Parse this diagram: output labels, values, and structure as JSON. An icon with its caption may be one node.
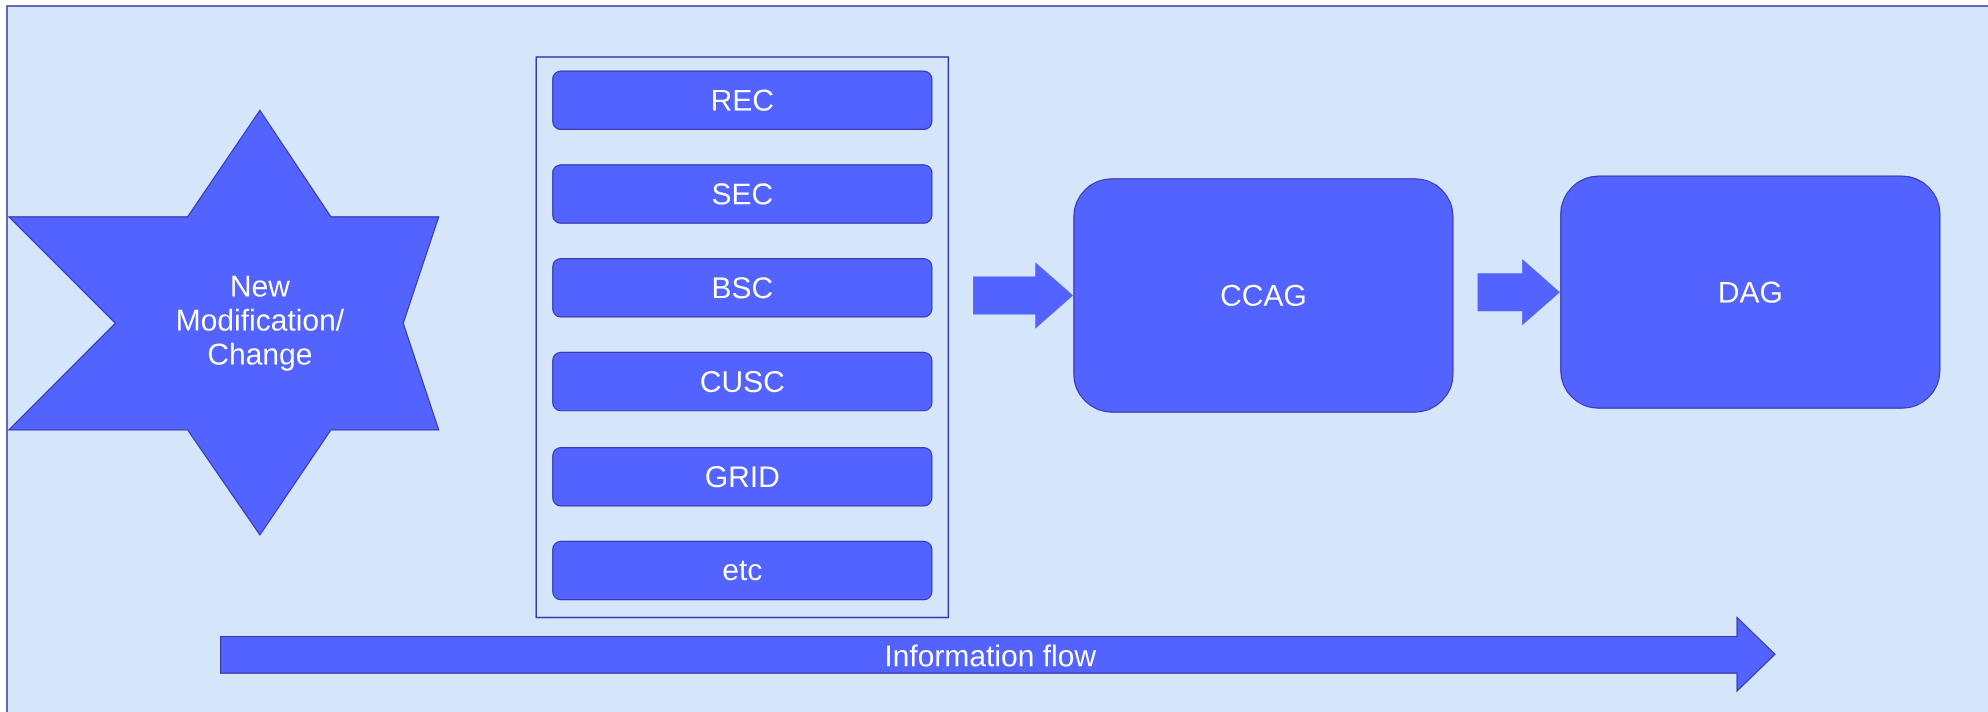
{
  "diagram": {
    "nodes": [
      {
        "text": [
          "New Modification/ Change"
        ]
      },
      {
        "text": [],
        "shape": "box"
      },
      {
        "text": [
          "REC"
        ],
        "in": 1
      },
      {
        "text": [
          "SEC"
        ],
        "in": 1
      },
      {
        "text": [
          "BSC"
        ],
        "in": 1
      },
      {
        "text": [
          "CUSC"
        ],
        "in": 1
      },
      {
        "text": [
          "GRID"
        ],
        "in": 1
      },
      {
        "text": [
          "etc"
        ],
        "in": 1
      },
      {
        "text": [
          "CCAG"
        ]
      },
      {
        "text": [
          "DAG"
        ]
      },
      {
        "text": [
          "Information flow"
        ]
      }
    ],
    "edges": [
      {
        "from": 1,
        "to": 8,
        "arrow": "to"
      },
      {
        "from": 8,
        "to": 9,
        "arrow": "to"
      }
    ]
  }
}
